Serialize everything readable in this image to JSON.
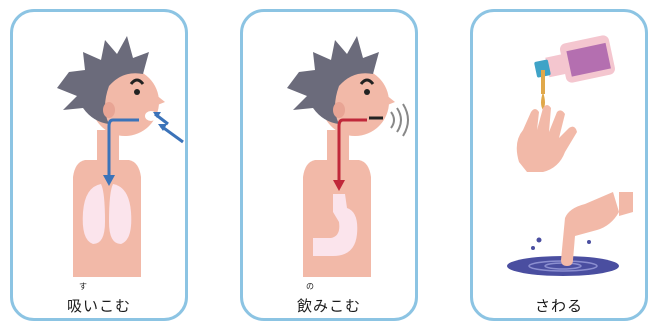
{
  "cards": [
    {
      "label": "吸いこむ",
      "ruby": "す",
      "icon": "inhale-illustration"
    },
    {
      "label": "飲みこむ",
      "ruby": "の",
      "icon": "swallow-illustration"
    },
    {
      "label": "さわる",
      "ruby": "",
      "icon": "touch-illustration"
    }
  ],
  "colors": {
    "border": "#8cc4e3",
    "skin": "#f2b9a8",
    "hair": "#6b6b7b",
    "inhale_arrow": "#3b73b9",
    "swallow_arrow": "#c0283a",
    "liquid": "#e0a84a",
    "puddle": "#4a4ea0"
  }
}
